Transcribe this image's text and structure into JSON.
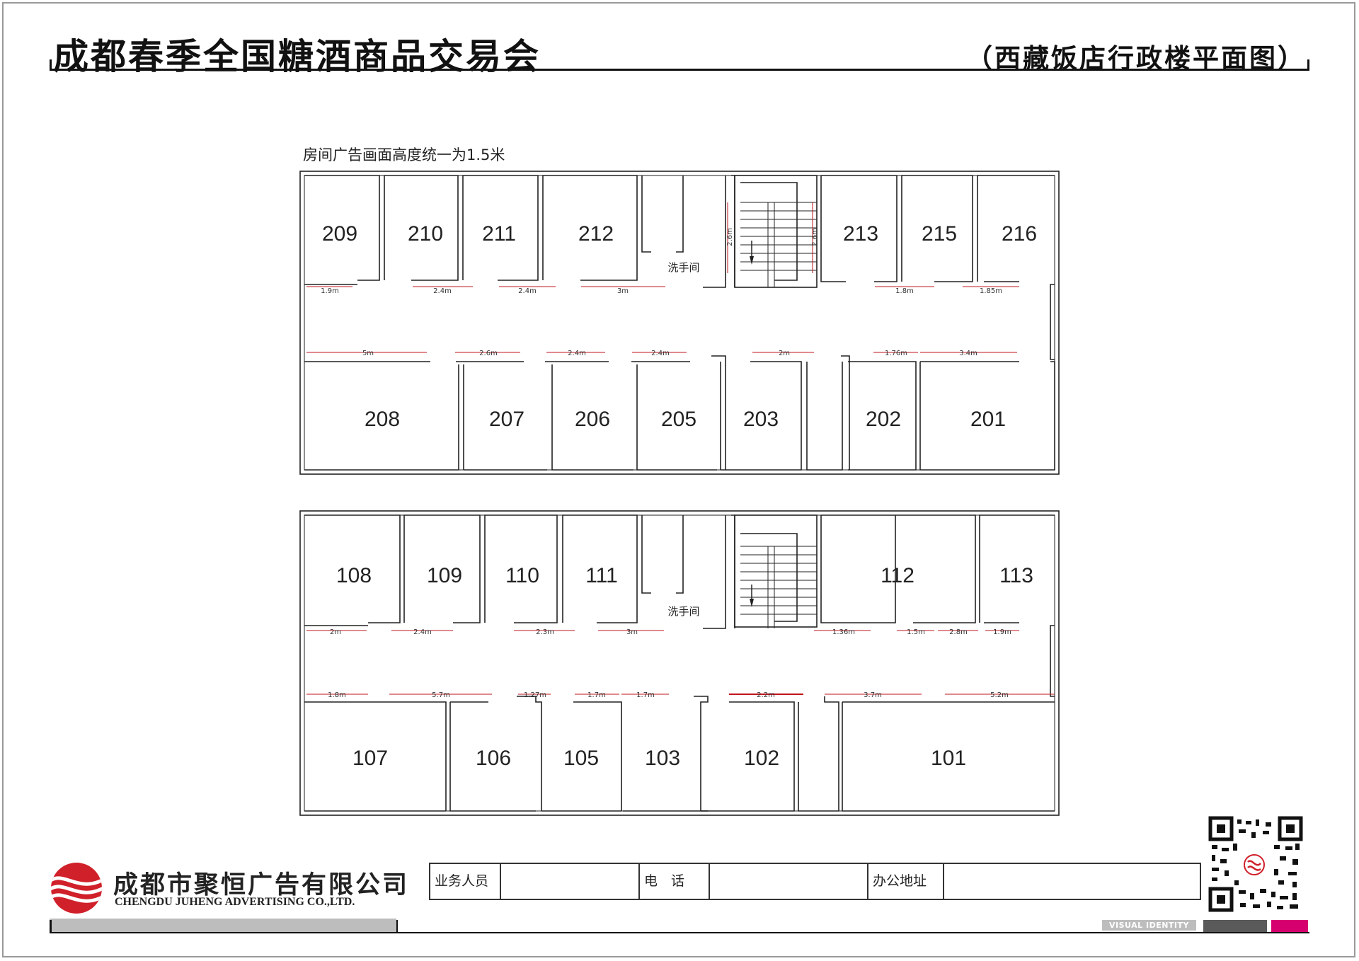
{
  "header": {
    "title": "成都春季全国糖酒商品交易会",
    "subtitle": "（西藏饭店行政楼平面图）"
  },
  "note": "房间广告画面高度统一为1.5米",
  "floor2": {
    "rooms_top": [
      "209",
      "210",
      "211",
      "212",
      "213",
      "215",
      "216"
    ],
    "rooms_bottom": [
      "208",
      "207",
      "206",
      "205",
      "203",
      "202",
      "201"
    ],
    "washroom": "洗手间",
    "stair_dims": [
      "2.6m",
      "2.6m"
    ],
    "door_dims_top": [
      "1.9m",
      "2.4m",
      "2.4m",
      "3m",
      "1.8m",
      "1.85m"
    ],
    "door_dims_bottom": [
      "5m",
      "2.6m",
      "2.4m",
      "2.4m",
      "2m",
      "1.76m",
      "3.4m"
    ]
  },
  "floor1": {
    "rooms_top": [
      "108",
      "109",
      "110",
      "111",
      "112",
      "113"
    ],
    "rooms_bottom": [
      "107",
      "106",
      "105",
      "103",
      "102",
      "101"
    ],
    "washroom": "洗手间",
    "door_dims_top": [
      "2m",
      "2.4m",
      "2.3m",
      "3m",
      "1.36m",
      "1.5m",
      "2.8m",
      "1.9m"
    ],
    "door_dims_bottom": [
      "1.8m",
      "5.7m",
      "1.27m",
      "1.7m",
      "1.7m",
      "2.2m",
      "3.7m",
      "5.2m"
    ]
  },
  "company": {
    "name_cn": "成都市聚恒广告有限公司",
    "name_en": "CHENGDU JUHENG ADVERTISING CO.,LTD."
  },
  "form": {
    "sales_label": "业务人员",
    "phone_label": "电　话",
    "address_label": "办公地址"
  },
  "footer": {
    "visual_identity": "VISUAL IDENTITY"
  },
  "colors": {
    "accent": "#d6006f",
    "logo_red": "#d0202a",
    "dimension_red": "#c0151c",
    "bar_grey": "#5a5a5a"
  }
}
